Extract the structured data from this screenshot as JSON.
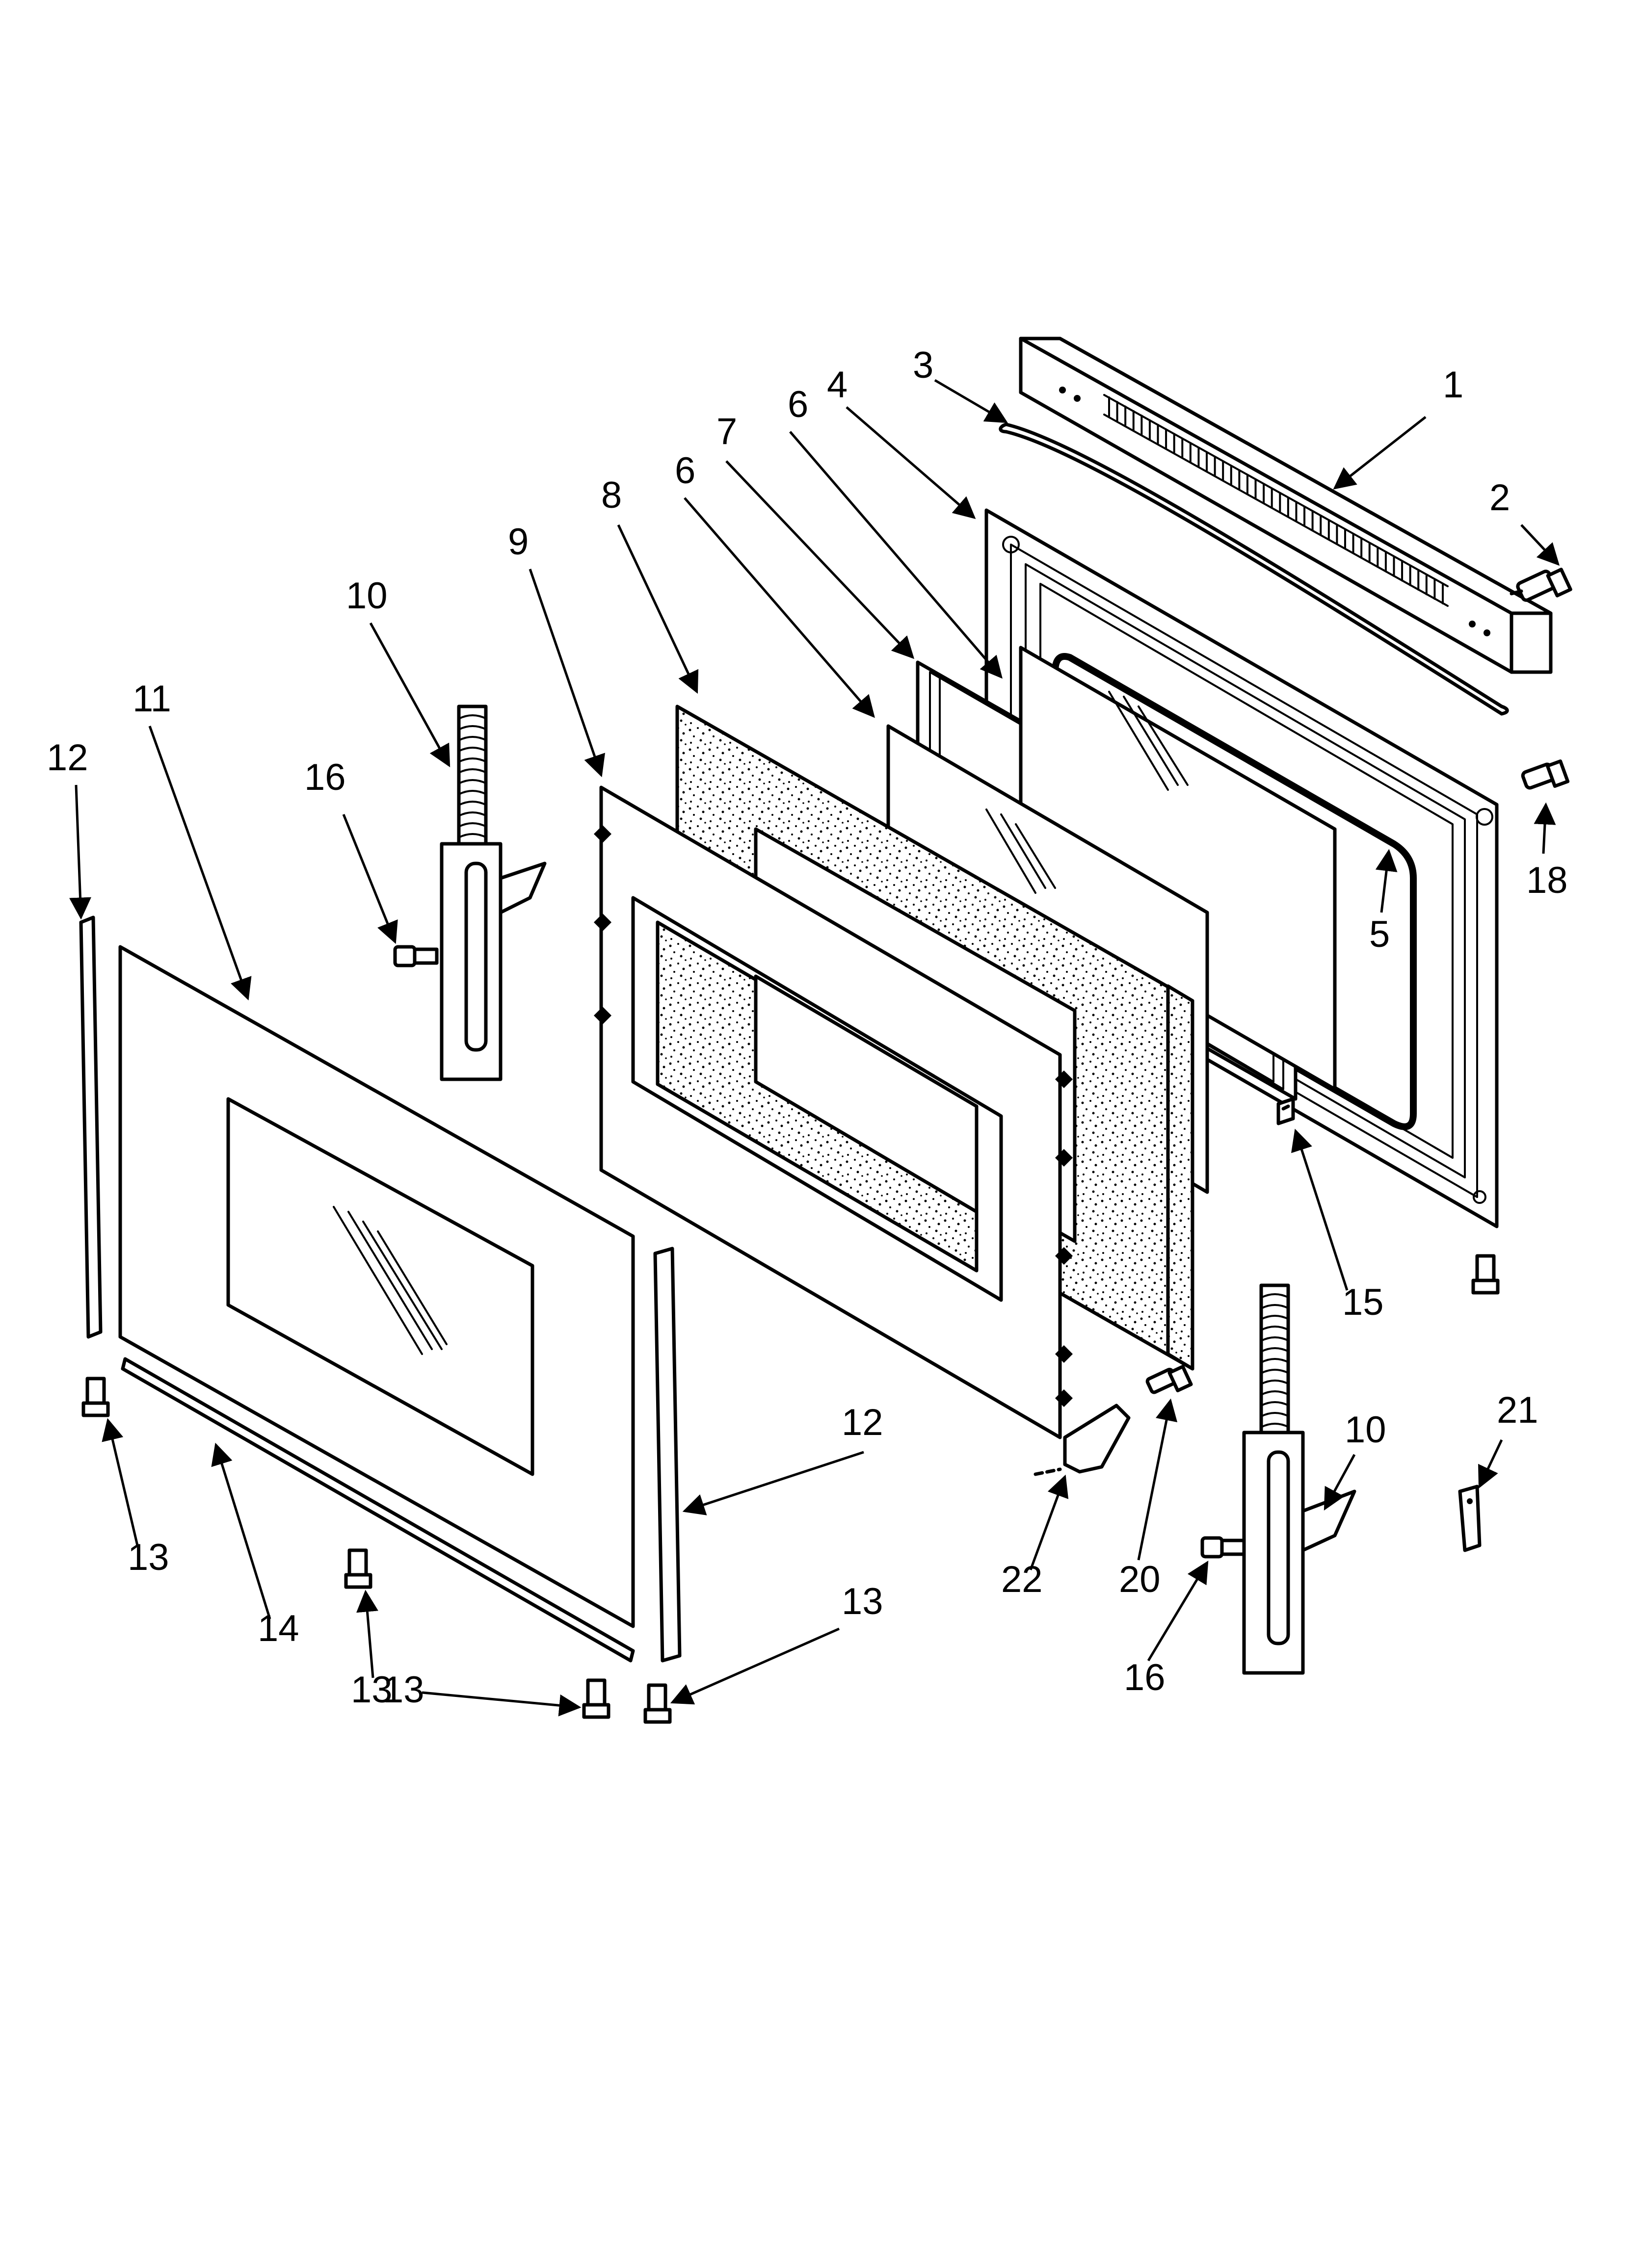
{
  "diagram": {
    "type": "exploded-parts-view",
    "callouts": [
      {
        "id": "c1",
        "label": "1"
      },
      {
        "id": "c2",
        "label": "2"
      },
      {
        "id": "c3",
        "label": "3"
      },
      {
        "id": "c4",
        "label": "4"
      },
      {
        "id": "c5",
        "label": "5"
      },
      {
        "id": "c6a",
        "label": "6"
      },
      {
        "id": "c6b",
        "label": "6"
      },
      {
        "id": "c7",
        "label": "7"
      },
      {
        "id": "c8",
        "label": "8"
      },
      {
        "id": "c9",
        "label": "9"
      },
      {
        "id": "c10a",
        "label": "10"
      },
      {
        "id": "c10b",
        "label": "10"
      },
      {
        "id": "c11",
        "label": "11"
      },
      {
        "id": "c12a",
        "label": "12"
      },
      {
        "id": "c12b",
        "label": "12"
      },
      {
        "id": "c13a",
        "label": "13"
      },
      {
        "id": "c13b",
        "label": "13"
      },
      {
        "id": "c13c",
        "label": "13"
      },
      {
        "id": "c13d",
        "label": "13"
      },
      {
        "id": "c14",
        "label": "14"
      },
      {
        "id": "c15",
        "label": "15"
      },
      {
        "id": "c16a",
        "label": "16"
      },
      {
        "id": "c16b",
        "label": "16"
      },
      {
        "id": "c18",
        "label": "18"
      },
      {
        "id": "c20",
        "label": "20"
      },
      {
        "id": "c21",
        "label": "21"
      },
      {
        "id": "c22",
        "label": "22"
      }
    ]
  }
}
